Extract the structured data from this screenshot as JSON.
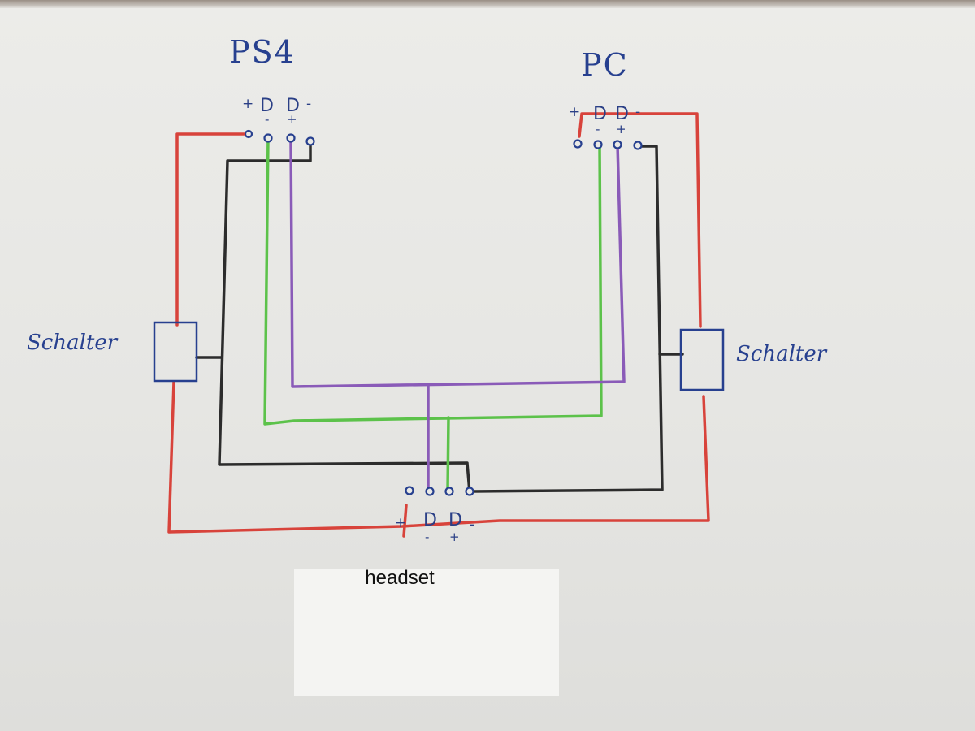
{
  "labels": {
    "ps4": "PS4",
    "pc": "PC",
    "switch_left": "Schalter",
    "switch_right": "Schalter",
    "headset": "headset"
  },
  "connectors": {
    "ps4": {
      "plus": "+",
      "d1": "D",
      "d2": "D",
      "minus": "-",
      "d1_sign": "-",
      "d2_sign": "+"
    },
    "pc": {
      "plus": "+",
      "d1": "D",
      "d2": "D",
      "minus": "-",
      "d1_sign": "-",
      "d2_sign": "+"
    },
    "headset": {
      "plus": "+",
      "d1": "D",
      "d2": "D",
      "minus": "-",
      "d1_sign": "-",
      "d2_sign": "+"
    }
  },
  "colors": {
    "red": "#d8433b",
    "black": "#2c2c2c",
    "green": "#5cc24a",
    "purple": "#8a5bb8",
    "ink": "#27408f"
  }
}
